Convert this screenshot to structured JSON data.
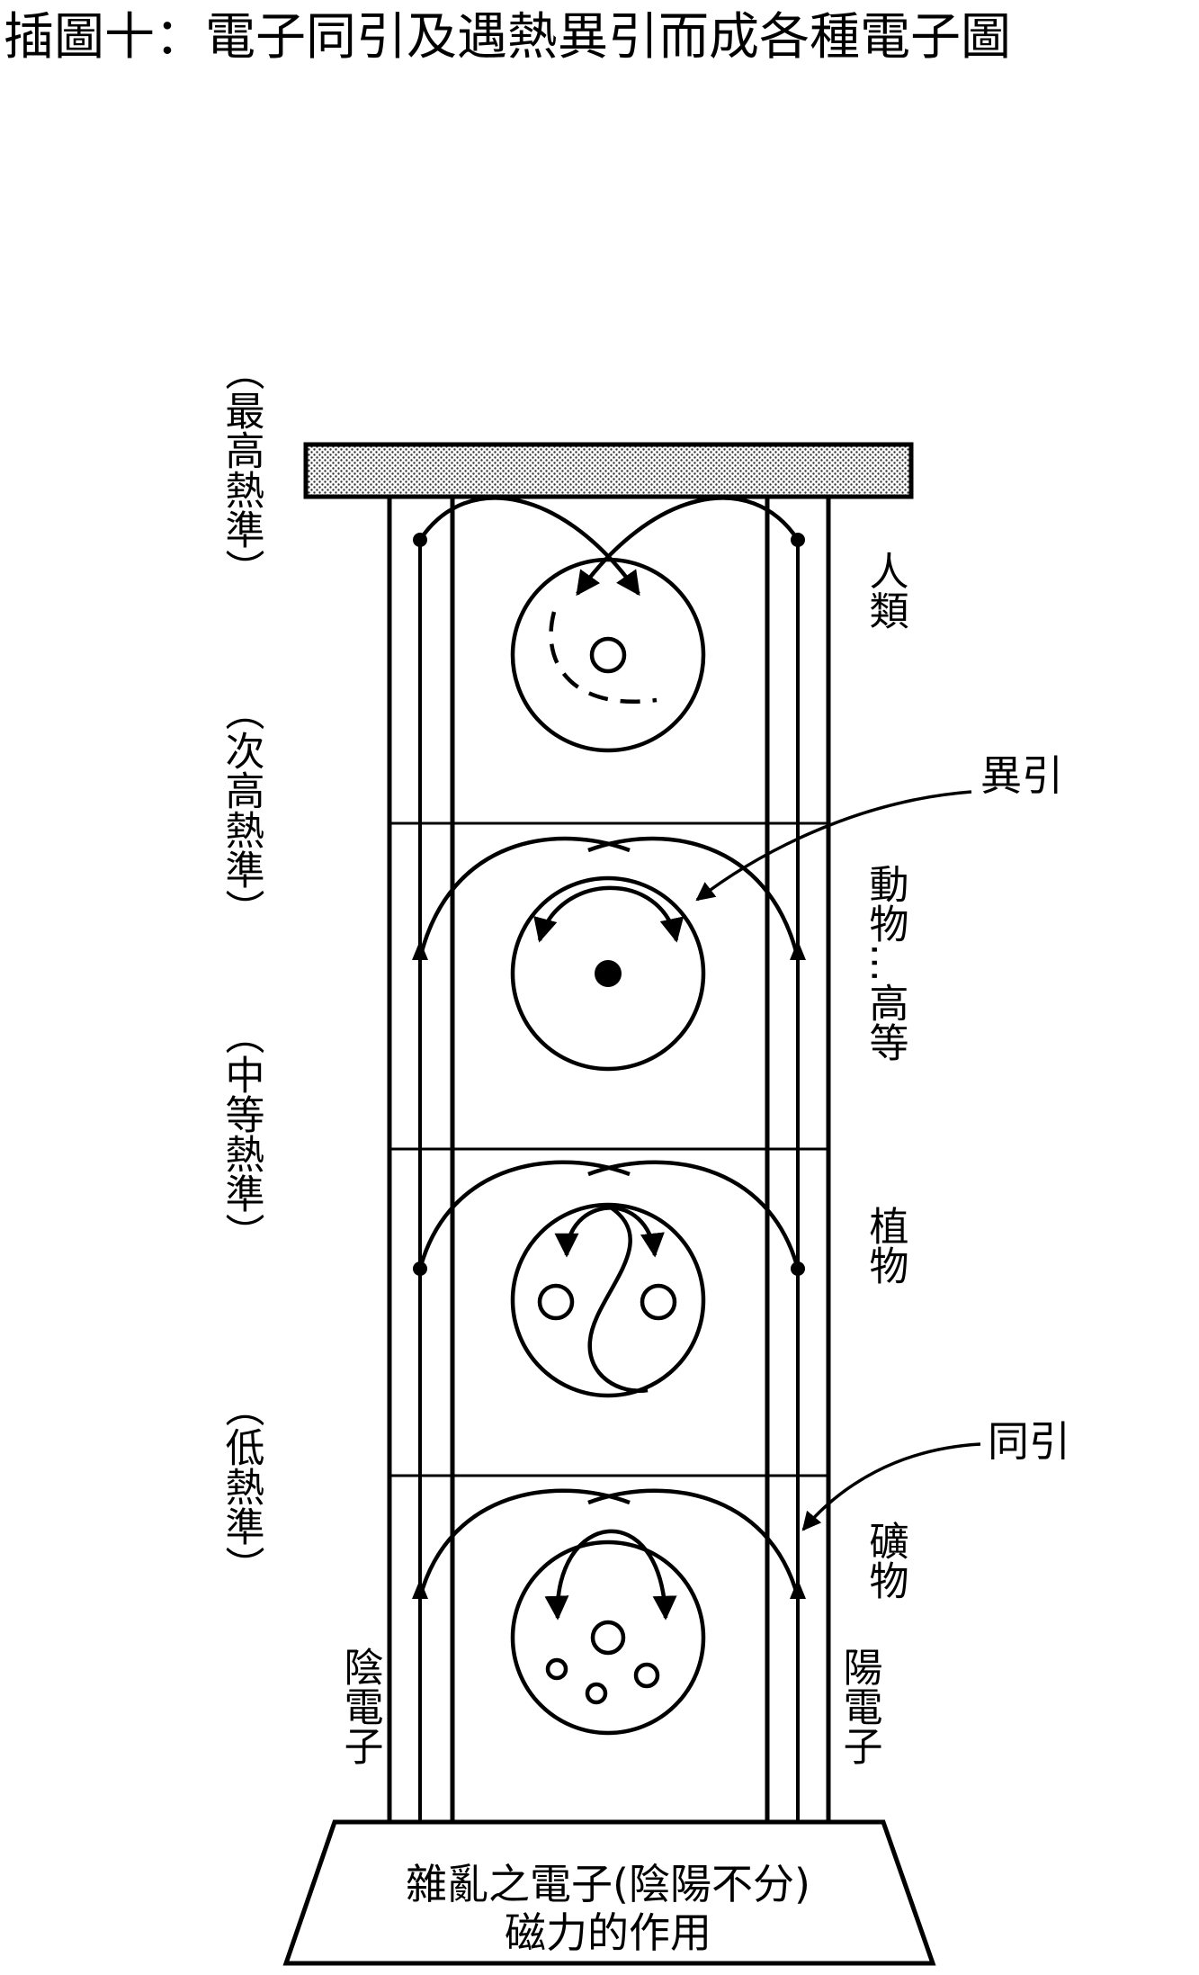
{
  "title": "插圖十：電子同引及遇熱異引而成各種電子圖",
  "heat_levels": [
    {
      "label": "（最高熱準）"
    },
    {
      "label": "（次高熱準）"
    },
    {
      "label": "（中等熱準）"
    },
    {
      "label": "（低熱準）"
    }
  ],
  "organisms": [
    {
      "label": "人類"
    },
    {
      "label": "動物…高等"
    },
    {
      "label": "植物"
    },
    {
      "label": "礦物"
    }
  ],
  "annotations": {
    "repulsion": "異引",
    "attraction": "同引"
  },
  "electrons": {
    "negative": "陰電子",
    "positive": "陽電子"
  },
  "base": {
    "line1": "雜亂之電子(陰陽不分)",
    "line2": "磁力的作用"
  },
  "colors": {
    "stroke": "#000000",
    "background": "#ffffff",
    "hatch": "#777777"
  }
}
